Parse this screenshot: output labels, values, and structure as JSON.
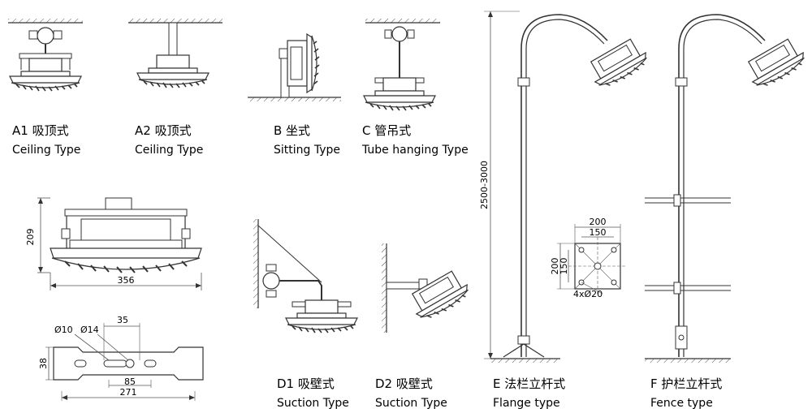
{
  "mountings": [
    {
      "id": "A1",
      "cn": "A1 吸顶式",
      "en": "Ceiling  Type"
    },
    {
      "id": "A2",
      "cn": "A2 吸顶式",
      "en": "Ceiling  Type"
    },
    {
      "id": "B",
      "cn": "B 坐式",
      "en": "Sitting  Type"
    },
    {
      "id": "C",
      "cn": "C 管吊式",
      "en": "Tube hanging Type"
    },
    {
      "id": "D1",
      "cn": "D1 吸壁式",
      "en": "Suction Type"
    },
    {
      "id": "D2",
      "cn": "D2 吸壁式",
      "en": "Suction Type"
    },
    {
      "id": "E",
      "cn": "E 法栏立杆式",
      "en": "Flange type"
    },
    {
      "id": "F",
      "cn": "F 护栏立杆式",
      "en": "Fence type"
    }
  ],
  "dimensions": {
    "fixture_height": "209",
    "fixture_width": "356",
    "bracket_hole_10": "Ø10",
    "bracket_hole_14": "Ø14",
    "bracket_top": "35",
    "bracket_height": "38",
    "bracket_hole_span": "85",
    "bracket_length": "271",
    "pole_height": "2500-3000",
    "flange_w1": "200",
    "flange_w2": "150",
    "flange_h1": "200",
    "flange_h2": "150",
    "flange_holes": "4xØ20"
  }
}
